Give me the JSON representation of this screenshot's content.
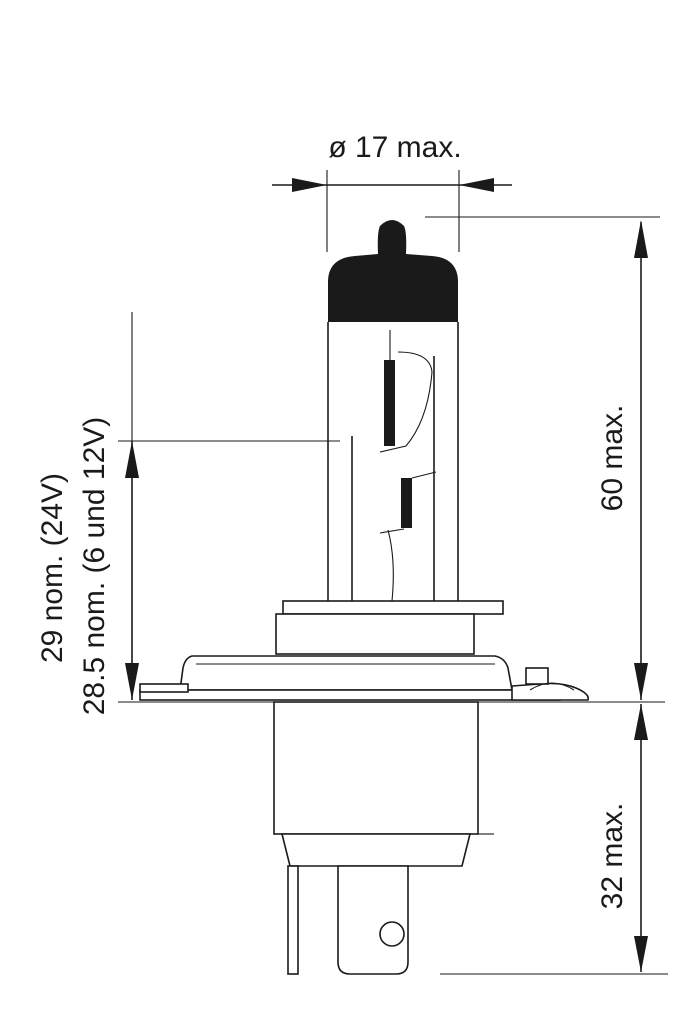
{
  "dimensions": {
    "diameter": "ø 17 max.",
    "height_total": "60 max.",
    "base_height": "32 max.",
    "focal_24v": "29 nom. (24V)",
    "focal_6_12v": "28.5 nom. (6 und 12V)"
  },
  "colors": {
    "ink": "#1a1a1a",
    "background": "#ffffff"
  }
}
